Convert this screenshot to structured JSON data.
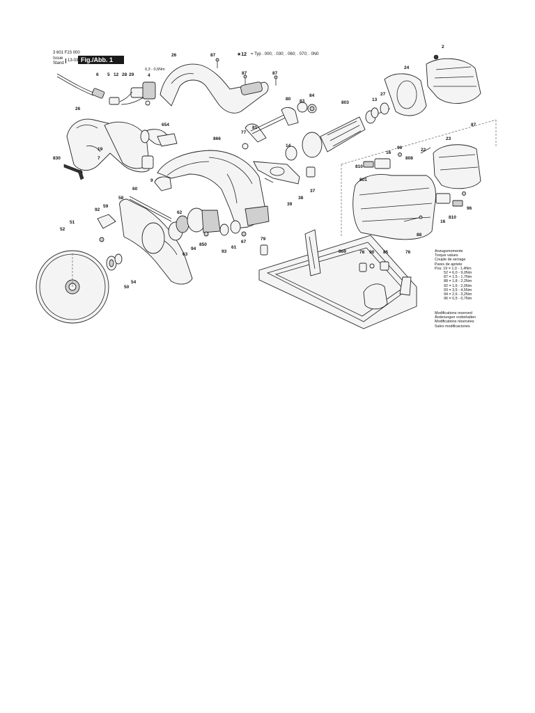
{
  "header": {
    "part_number": "3 601 F23 000",
    "issue_label": "Issue",
    "stand_label": "Stand",
    "issue_date": "13-03-26",
    "figure_label": "Fig./Abb. 1"
  },
  "type_note": {
    "marker": "★12",
    "text": "= Typ . 000; . 030; . 060; . 070; . 0N0"
  },
  "torque_note_top": "0,3 - 0,5Nm",
  "torque_table": {
    "headings": [
      "Anzugsmomente",
      "Torque values",
      "Couple de serrage",
      "Pares de apriete"
    ],
    "pos_label": "Pos.",
    "rows": [
      "19 = 1,0 - 1,4Nm",
      "52 = 6,0 - 9,0Nm",
      "87 = 1,5 - 1,7Nm",
      "88 = 1,8 - 2,2Nm",
      "92 = 1,6 - 2,0Nm",
      "93 = 3,5 - 4,5Nm",
      "94 = 2,6 - 3,2Nm",
      "96 = 0,5 - 0,7Nm"
    ]
  },
  "modifications": [
    "Modifications reserved",
    "Änderungen vorbehalten",
    "Modifications réservées",
    "Salvo modificaciones"
  ],
  "callouts": [
    "6",
    "5",
    "12",
    "28",
    "29",
    "4",
    "26",
    "87",
    "87",
    "87",
    "26",
    "19",
    "7",
    "830",
    "654",
    "80",
    "83",
    "84",
    "81",
    "77",
    "866",
    "9",
    "60",
    "58",
    "59",
    "92",
    "51",
    "52",
    "50",
    "54",
    "62",
    "63",
    "94",
    "850",
    "93",
    "61",
    "67",
    "79",
    "803",
    "13",
    "27",
    "24",
    "2",
    "14",
    "39",
    "38",
    "37",
    "810",
    "16",
    "96",
    "808",
    "22",
    "23",
    "87",
    "801",
    "88",
    "96",
    "810",
    "16",
    "869",
    "78",
    "90",
    "85",
    "76"
  ]
}
